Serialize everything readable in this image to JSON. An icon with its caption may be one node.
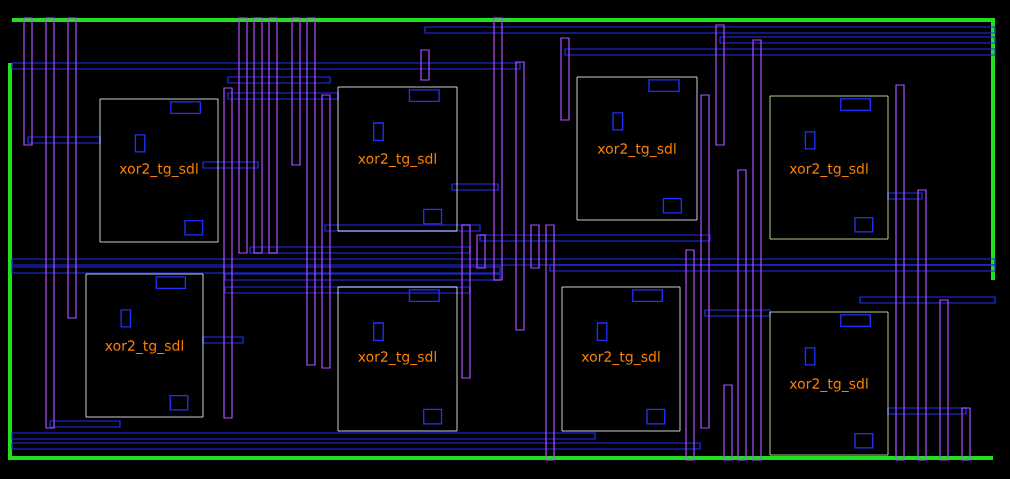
{
  "diagram": {
    "nodes": [
      {
        "text": [
          "xor2_tg_sdl"
        ]
      },
      {
        "text": [
          "xor2_tg_sdl"
        ]
      },
      {
        "text": [
          "xor2_tg_sdl"
        ]
      },
      {
        "text": [
          "xor2_tg_sdl"
        ]
      },
      {
        "text": [
          "xor2_tg_sdl"
        ]
      },
      {
        "text": [
          "xor2_tg_sdl"
        ]
      },
      {
        "text": [
          "xor2_tg_sdl"
        ]
      },
      {
        "text": [
          "xor2_tg_sdl"
        ]
      }
    ]
  }
}
